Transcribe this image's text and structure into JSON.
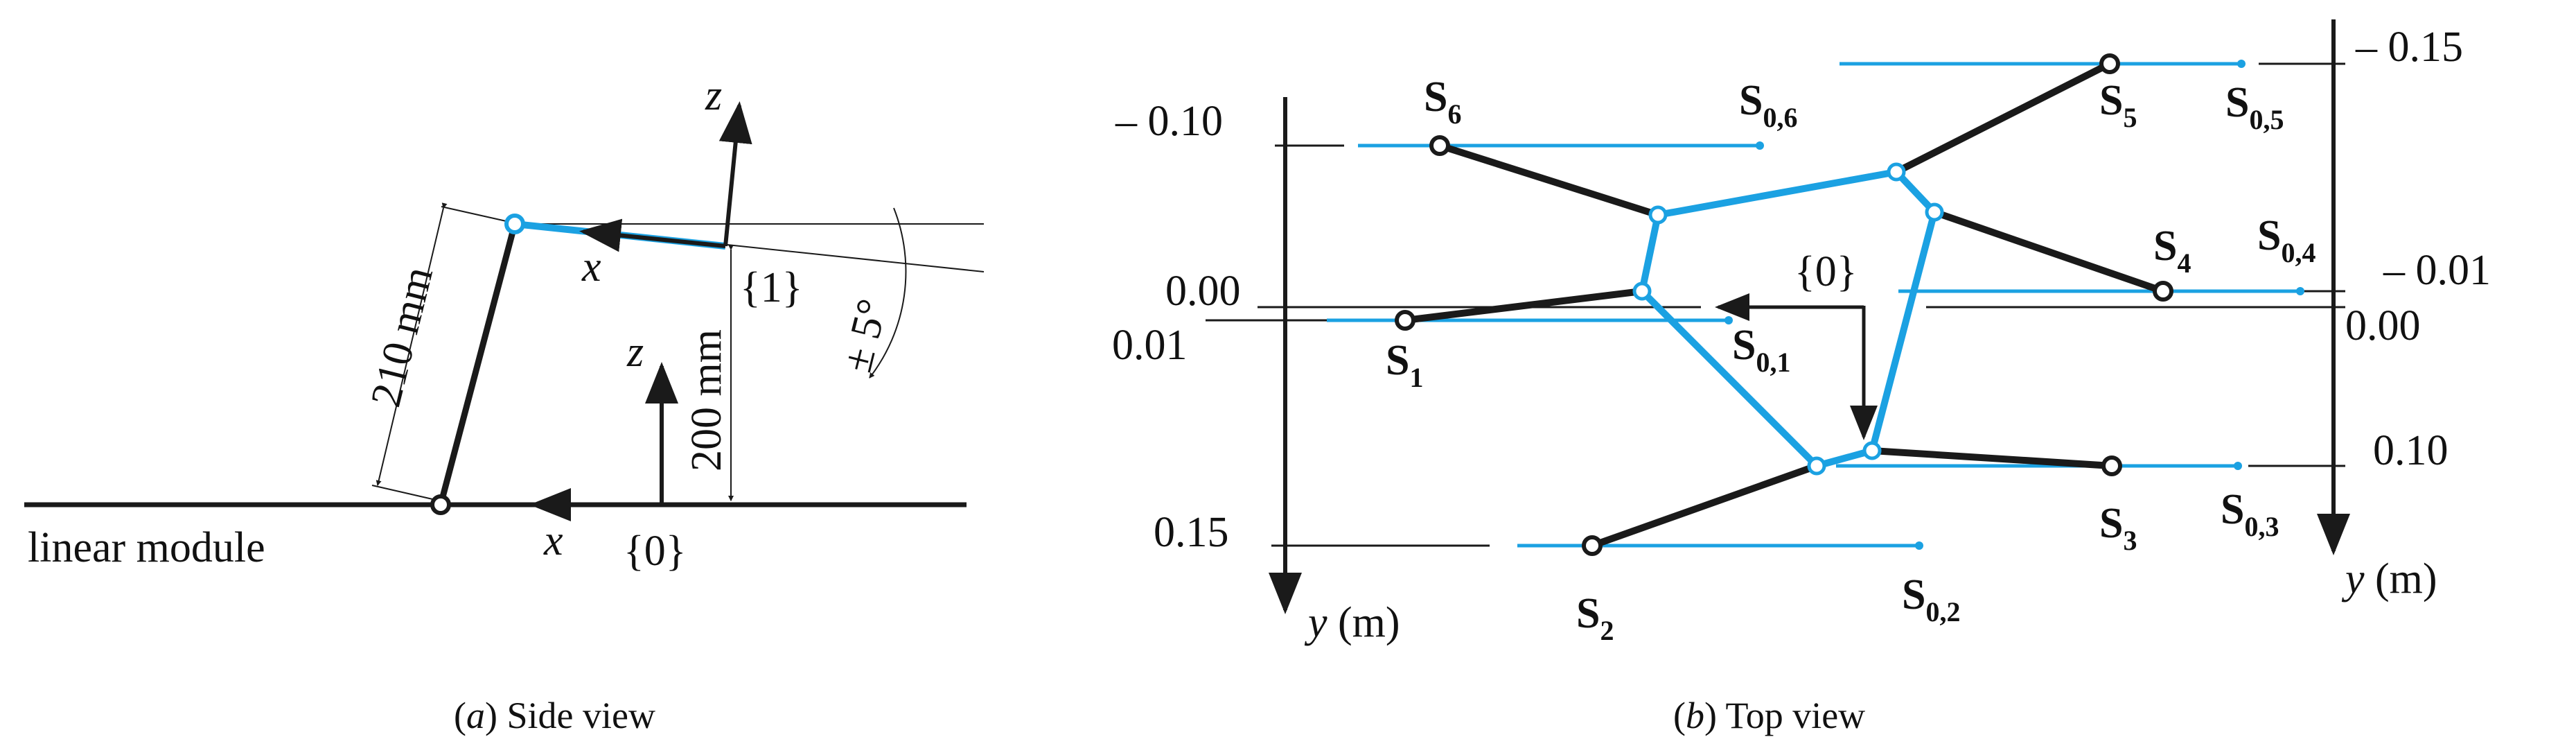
{
  "colors": {
    "blue": "#1ba1e2",
    "black": "#1a1a1a"
  },
  "side_view": {
    "caption_letter": "a",
    "caption_text": "Side view",
    "module_label": "linear module",
    "frame0_x": "x",
    "frame0_z": "z",
    "frame0_label": "{0}",
    "frame1_x": "x",
    "frame1_z": "z",
    "frame1_label": "{1}",
    "link_length": "210 mm",
    "height": "200 mm",
    "tilt": "± 5°"
  },
  "top_view": {
    "caption_letter": "b",
    "caption_text": "Top view",
    "frame_label": "{0}",
    "axis_var": "y",
    "axis_unit": "(m)",
    "left_ticks": [
      "– 0.10",
      "0.00",
      "0.01",
      "0.15"
    ],
    "right_ticks": [
      "– 0.15",
      "– 0.01",
      "0.00",
      "0.10"
    ],
    "legs": [
      {
        "s": "S",
        "s_sub": "1",
        "s0": "S",
        "s0_sub": "0,1"
      },
      {
        "s": "S",
        "s_sub": "2",
        "s0": "S",
        "s0_sub": "0,2"
      },
      {
        "s": "S",
        "s_sub": "3",
        "s0": "S",
        "s0_sub": "0,3"
      },
      {
        "s": "S",
        "s_sub": "4",
        "s0": "S",
        "s0_sub": "0,4"
      },
      {
        "s": "S",
        "s_sub": "5",
        "s0": "S",
        "s0_sub": "0,5"
      },
      {
        "s": "S",
        "s_sub": "6",
        "s0": "S",
        "s0_sub": "0,6"
      }
    ]
  }
}
